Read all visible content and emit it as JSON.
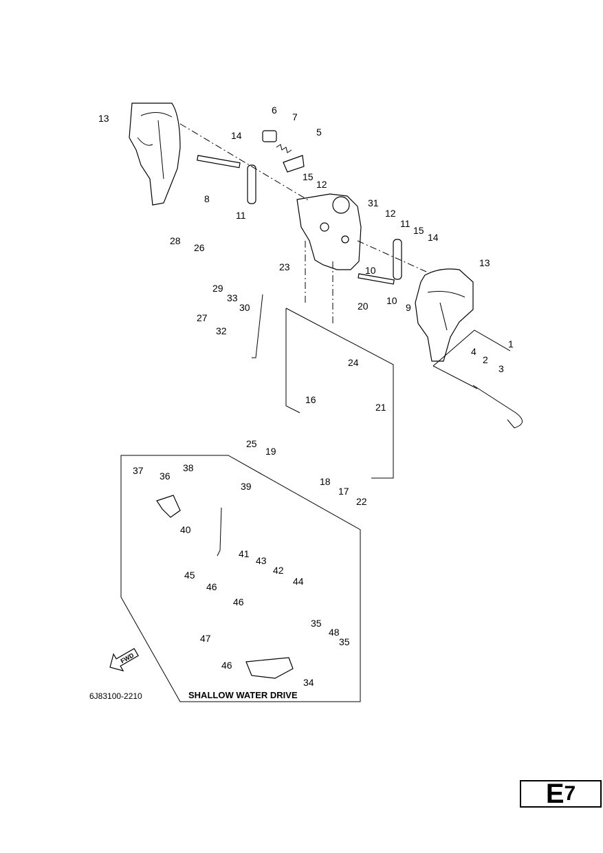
{
  "part_numbers": [
    "1",
    "2",
    "3",
    "4",
    "5",
    "6",
    "7",
    "8",
    "9",
    "10",
    "11",
    "12",
    "13",
    "14",
    "15",
    "16",
    "17",
    "18",
    "19",
    "20",
    "21",
    "22",
    "23",
    "24",
    "25",
    "26",
    "27",
    "28",
    "29",
    "30",
    "31",
    "32",
    "33",
    "34",
    "35",
    "36",
    "37",
    "38",
    "39",
    "40",
    "41",
    "42",
    "43",
    "44",
    "45",
    "46",
    "47",
    "48"
  ],
  "inset_label": "SHALLOW WATER DRIVE",
  "direction_label": "FWD",
  "drawing_code": "6J83100-2210",
  "page_badge": {
    "letter": "E",
    "number": "7"
  }
}
